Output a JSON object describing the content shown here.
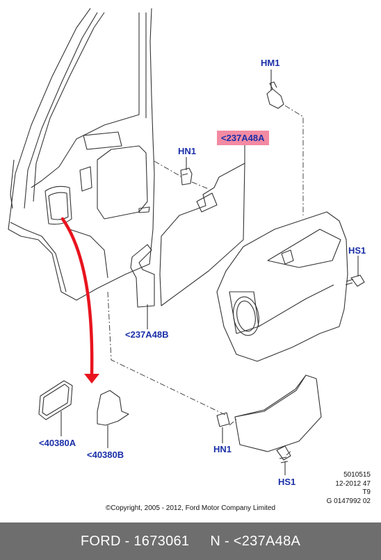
{
  "callouts": {
    "hm1": "HM1",
    "main_part": "<237A48A",
    "hn1_top": "HN1",
    "hs1_right": "HS1",
    "part_b": "<237A48B",
    "part_40380a": "<40380A",
    "part_40380b": "<40380B",
    "hn1_bottom": "HN1",
    "hs1_bottom": "HS1"
  },
  "meta": {
    "line1": "5010515",
    "line2": "12-2012 47",
    "line3": "T9",
    "line4": "G 0147992 02"
  },
  "copyright": "©Copyright, 2005 - 2012, Ford Motor Company Limited",
  "footer": {
    "brand_part": "FORD - 1673061",
    "ref": "N - <237A48A"
  },
  "colors": {
    "callout_text": "#1a2fa8",
    "highlight_bg": "#f28aa2",
    "arrow_red": "#e8141e",
    "footer_bg": "#6e6e6e"
  }
}
